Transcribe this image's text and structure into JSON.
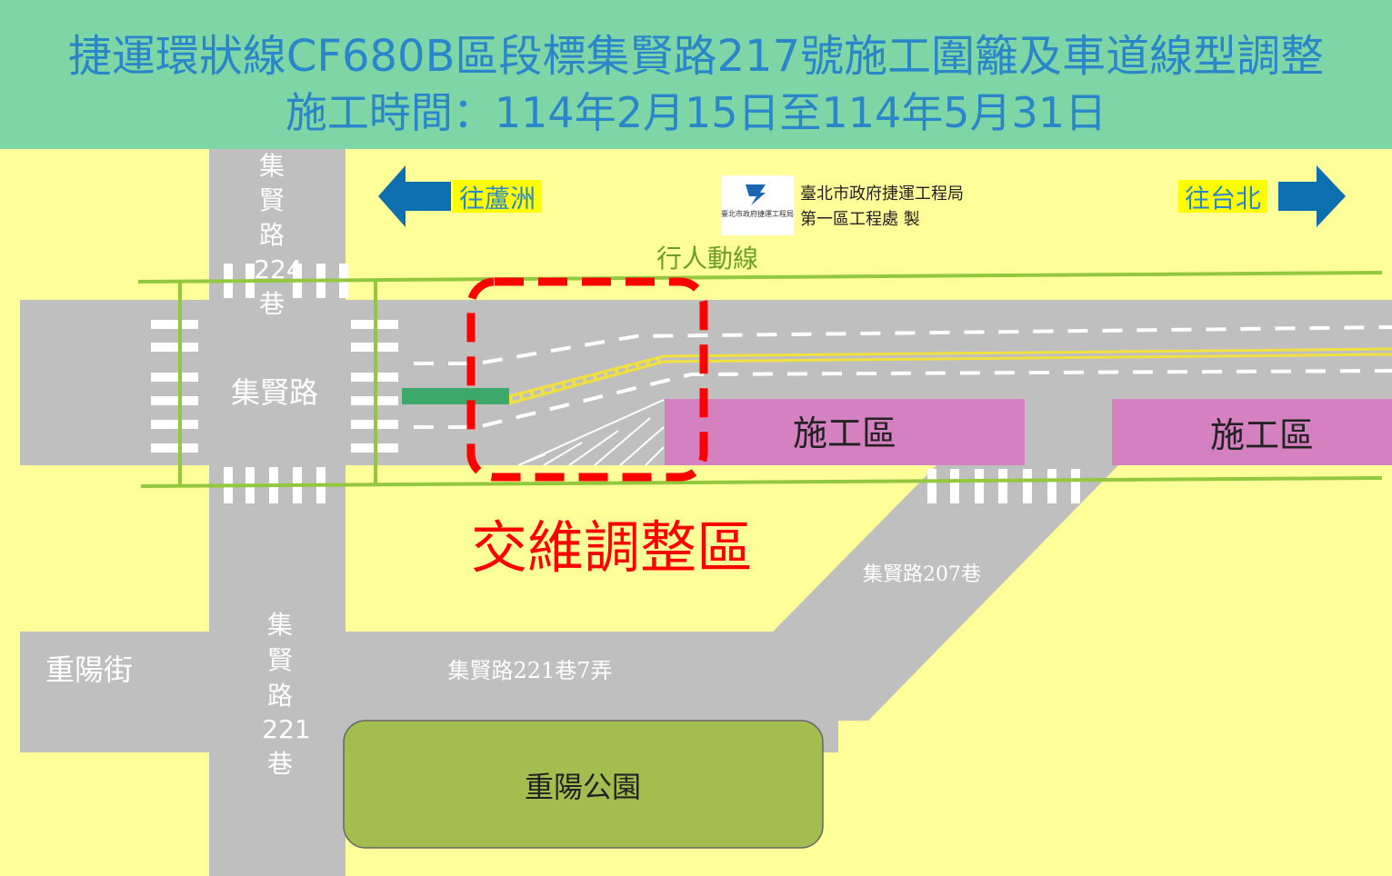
{
  "header": {
    "title": "捷運環狀線CF680B區段標集賢路217號施工圍籬及車道線型調整",
    "schedule": "施工時間：114年2月15日至114年5月31日"
  },
  "directions": {
    "left": "往蘆洲",
    "right": "往台北"
  },
  "agency": {
    "name": "臺北市政府捷運工程局",
    "office": "第一區工程處 製",
    "logo_caption": "臺北市政府捷運工程局"
  },
  "map": {
    "pedestrian_label": "行人動線",
    "streets": {
      "lane_224": [
        "集",
        "賢",
        "路",
        "224",
        "巷"
      ],
      "main_road": "集賢路",
      "lane_221": [
        "集",
        "賢",
        "路",
        "221",
        "巷"
      ],
      "chongyang_street": "重陽街",
      "alley_221_7": "集賢路221巷7弄",
      "lane_207": "集賢路207巷"
    },
    "construction_zone_1": "施工區",
    "construction_zone_2": "施工區",
    "traffic_adjust_zone": "交維調整區",
    "park": "重陽公園"
  },
  "colors": {
    "background": "#ffff99",
    "header": "#7ed6a7",
    "title": "#2a86c9",
    "road": "#bfbfbf",
    "construction": "#d580c0",
    "park": "#a3be4f",
    "adjust_zone": "#ff0000",
    "pedestrian_line": "#92c83e",
    "arrow": "#0d6fb0"
  }
}
